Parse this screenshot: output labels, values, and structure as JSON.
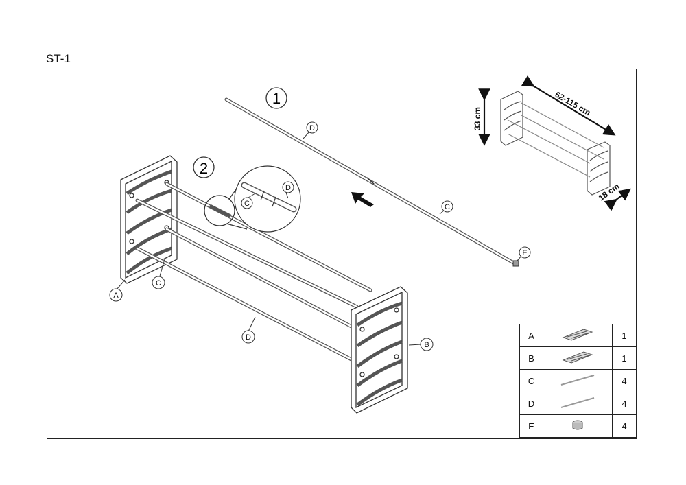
{
  "model": "ST-1",
  "steps": [
    "1",
    "2"
  ],
  "callouts": {
    "A": "A",
    "B": "B",
    "C": "C",
    "D": "D",
    "E": "E"
  },
  "dimensions": {
    "height": "33 cm",
    "length": "62-115 cm",
    "depth": "18 cm"
  },
  "parts": [
    {
      "label": "A",
      "qty": "1",
      "icon": "side-frame-icon"
    },
    {
      "label": "B",
      "qty": "1",
      "icon": "side-frame-icon"
    },
    {
      "label": "C",
      "qty": "4",
      "icon": "tube-icon"
    },
    {
      "label": "D",
      "qty": "4",
      "icon": "tube-icon"
    },
    {
      "label": "E",
      "qty": "4",
      "icon": "end-cap-icon"
    }
  ]
}
